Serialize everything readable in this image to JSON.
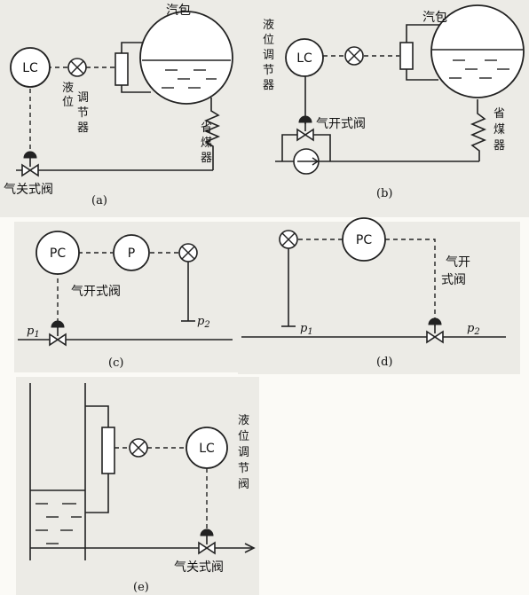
{
  "labels": {
    "lc": "LC",
    "pc": "PC",
    "p": "P",
    "drum": "汽包",
    "economizer": "省煤器",
    "controller_level": "液位调节器",
    "controller_level_valve": "液位调节阀",
    "valve_air_close": "气关式阀",
    "valve_air_open": "气开式阀",
    "valve_air_open_short": "气开式阀",
    "p1": "p",
    "p2": "p",
    "p1_sub": "1",
    "p2_sub": "2"
  },
  "captions": {
    "a": "(a)",
    "b": "(b)",
    "c": "(c)",
    "d": "(d)",
    "e": "(e)"
  }
}
